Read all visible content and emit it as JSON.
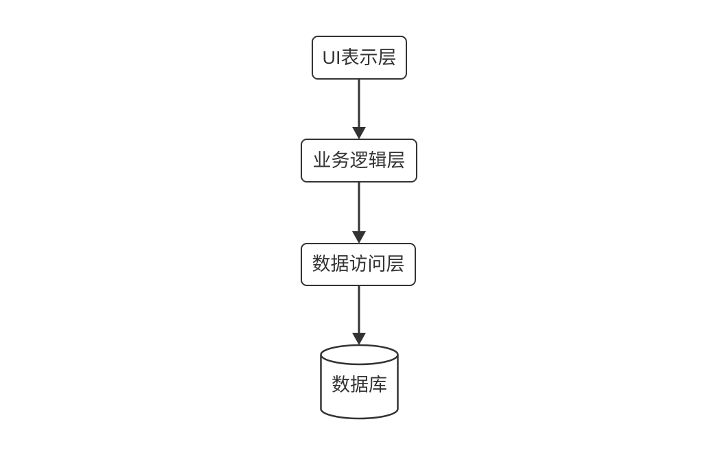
{
  "diagram": {
    "title": "layered-architecture-flowchart",
    "nodes": [
      {
        "id": "ui-layer",
        "label": "UI表示层",
        "shape": "rounded-rectangle"
      },
      {
        "id": "business-layer",
        "label": "业务逻辑层",
        "shape": "rounded-rectangle"
      },
      {
        "id": "data-access-layer",
        "label": "数据访问层",
        "shape": "rounded-rectangle"
      },
      {
        "id": "database",
        "label": "数据库",
        "shape": "cylinder"
      }
    ],
    "edges": [
      {
        "from": "ui-layer",
        "to": "business-layer",
        "style": "solid-arrow"
      },
      {
        "from": "business-layer",
        "to": "data-access-layer",
        "style": "solid-arrow"
      },
      {
        "from": "data-access-layer",
        "to": "database",
        "style": "solid-arrow"
      }
    ],
    "colors": {
      "stroke": "#333333",
      "fill": "#ffffff",
      "text": "#333333",
      "background": "#ffffff"
    }
  }
}
